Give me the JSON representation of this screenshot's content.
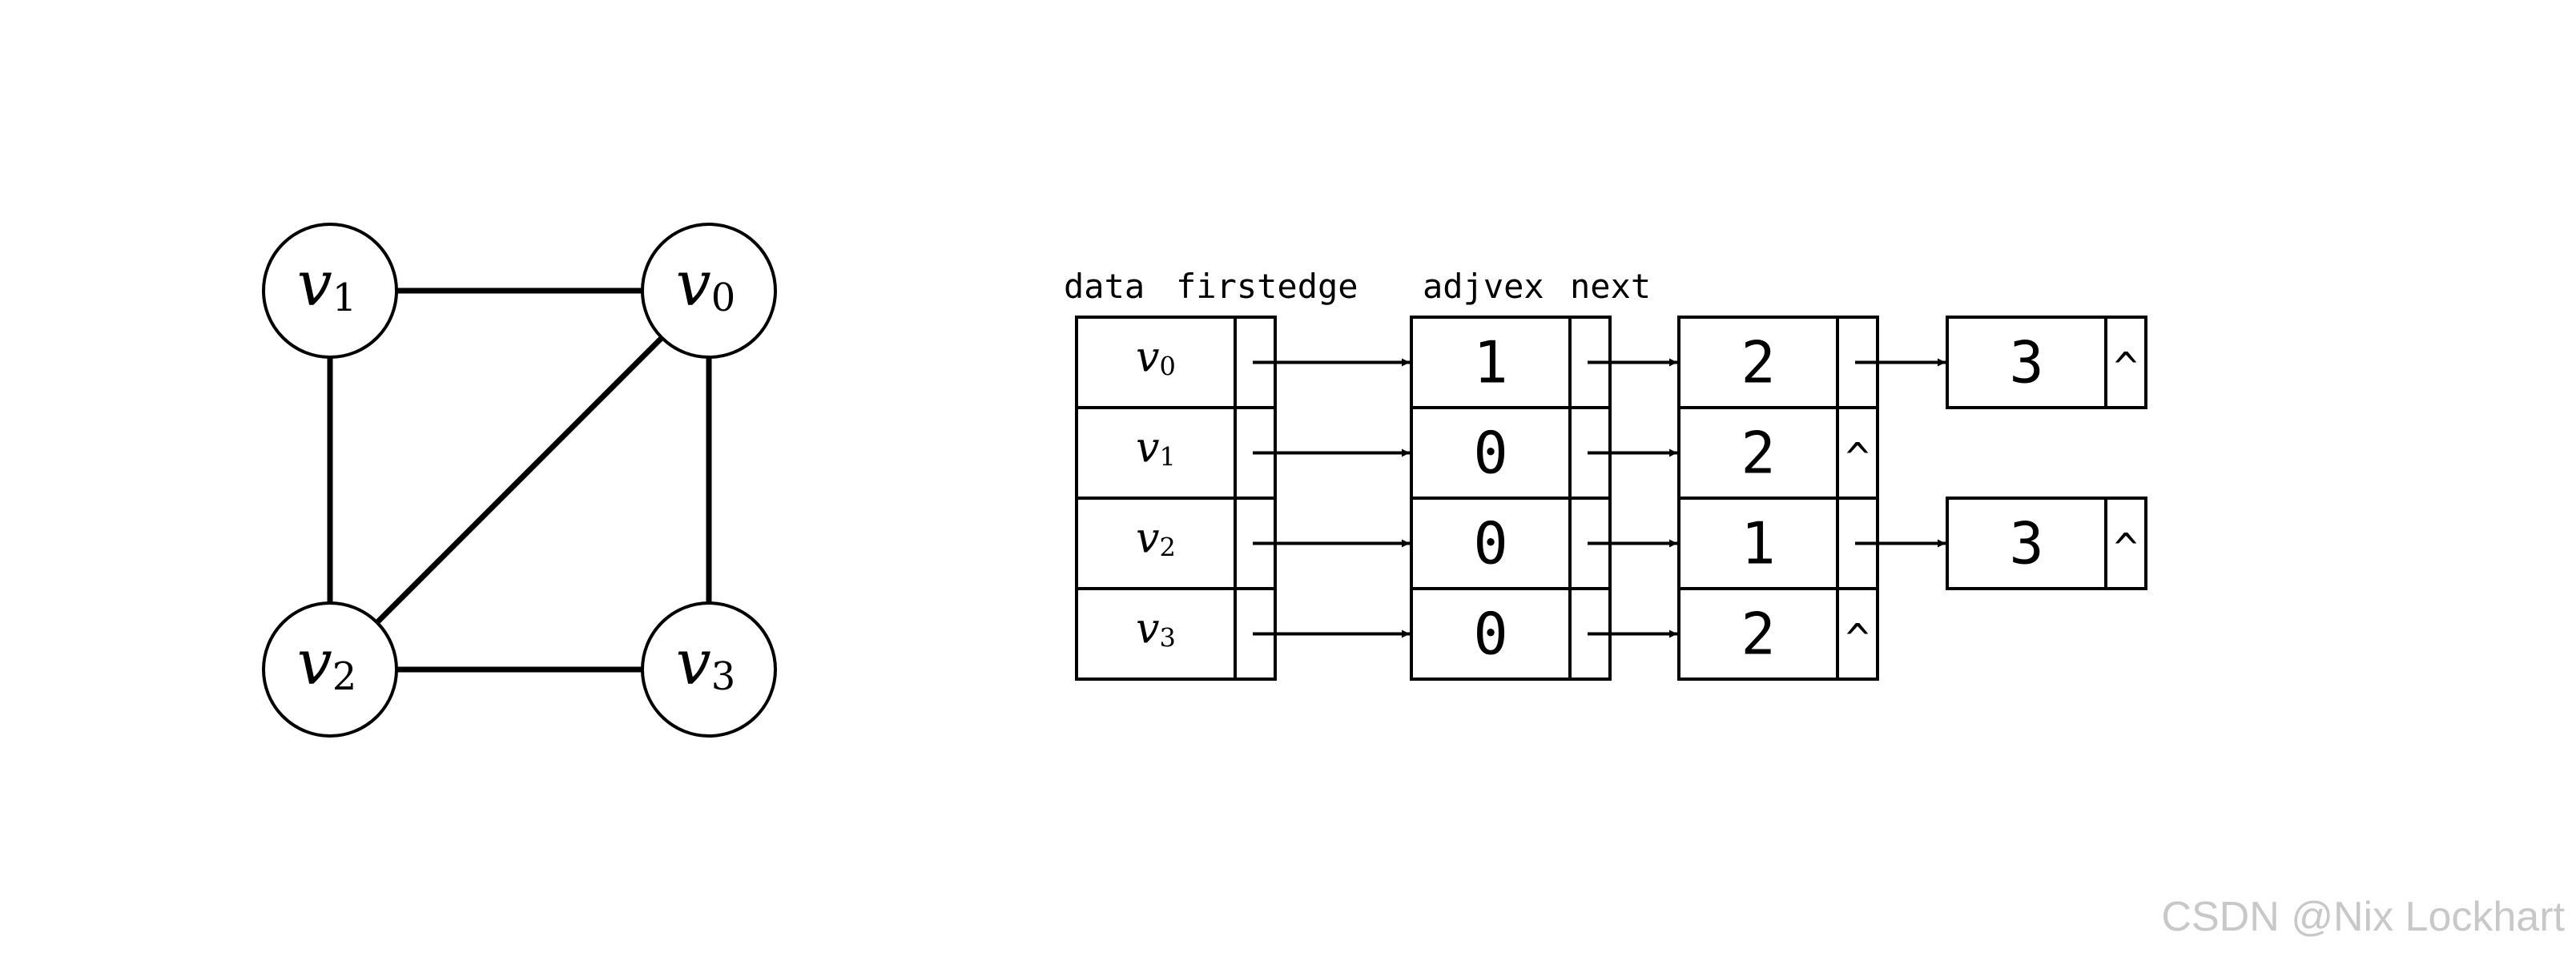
{
  "graph": {
    "vertices": [
      {
        "id": "v0",
        "base": "v",
        "sub": "0"
      },
      {
        "id": "v1",
        "base": "v",
        "sub": "1"
      },
      {
        "id": "v2",
        "base": "v",
        "sub": "2"
      },
      {
        "id": "v3",
        "base": "v",
        "sub": "3"
      }
    ],
    "edges": [
      [
        "v1",
        "v0"
      ],
      [
        "v1",
        "v2"
      ],
      [
        "v0",
        "v2"
      ],
      [
        "v0",
        "v3"
      ],
      [
        "v2",
        "v3"
      ]
    ]
  },
  "adjacency_list": {
    "headers": {
      "data": "data",
      "firstedge": "firstedge",
      "adjvex": "adjvex",
      "next": "next"
    },
    "null_symbol": "^",
    "rows": [
      {
        "base": "v",
        "sub": "0",
        "adj": [
          "1",
          "2",
          "3"
        ]
      },
      {
        "base": "v",
        "sub": "1",
        "adj": [
          "0",
          "2"
        ]
      },
      {
        "base": "v",
        "sub": "2",
        "adj": [
          "0",
          "1",
          "3"
        ]
      },
      {
        "base": "v",
        "sub": "3",
        "adj": [
          "0",
          "2"
        ]
      }
    ]
  },
  "watermark": "CSDN @Nix Lockhart",
  "colors": {
    "stroke": "#000000",
    "watermark": "#c8c8c8"
  }
}
